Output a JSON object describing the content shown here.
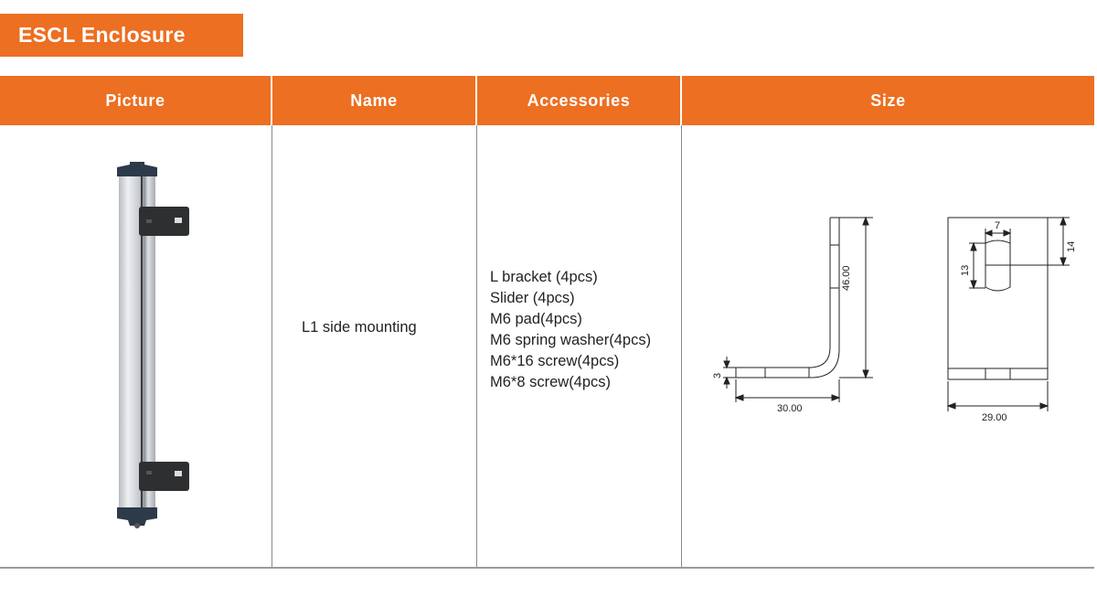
{
  "title": "ESCL Enclosure",
  "table": {
    "headers": [
      "Picture",
      "Name",
      "Accessories",
      "Size"
    ],
    "rows": [
      {
        "picture": "light-curtain-enclosure-with-l-brackets",
        "name": "L1 side mounting",
        "accessories": [
          "L bracket (4pcs)",
          "Slider (4pcs)",
          "M6 pad(4pcs)",
          "M6 spring washer(4pcs)",
          "M6*16 screw(4pcs)",
          "M6*8 screw(4pcs)"
        ],
        "size": {
          "side_view": {
            "height": "46.00",
            "length": "30.00",
            "thickness": "3"
          },
          "front_view": {
            "width": "29.00",
            "slot_width": "7",
            "slot_length": "13",
            "slot_offset": "14"
          }
        }
      }
    ]
  },
  "colors": {
    "accent": "#ec6f22",
    "grid_line": "#8a8a8a"
  }
}
